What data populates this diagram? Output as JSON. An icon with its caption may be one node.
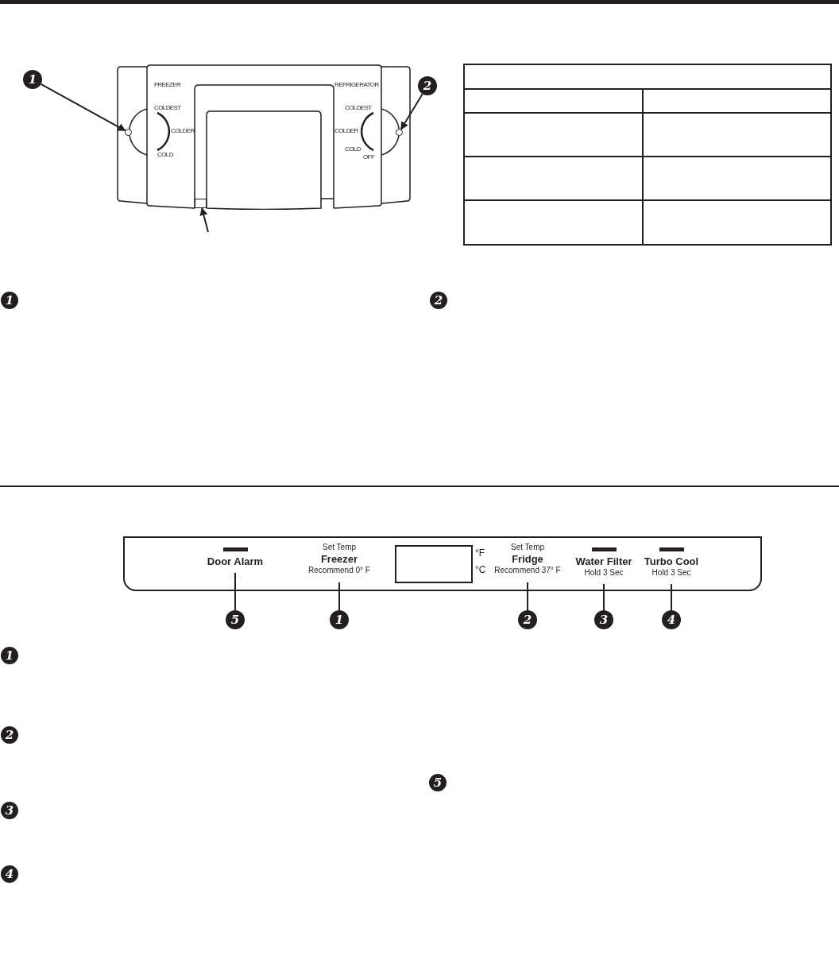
{
  "diagram": {
    "nodes": [
      {
        "text": [
          "1"
        ]
      },
      {
        "text": [],
        "shape": "circle"
      },
      {
        "text": [
          "2"
        ]
      },
      {
        "text": [],
        "shape": "circle"
      },
      {
        "text": [],
        "shape": "box"
      },
      {
        "text": [
          "1"
        ]
      },
      {
        "text": [
          "2"
        ]
      },
      {
        "text": [
          "Door Alarm"
        ]
      },
      {
        "text": [
          "Set Temp",
          "Freezer",
          "Recommend 0° F"
        ]
      },
      {
        "text": [
          "Set Temp",
          "Fridge",
          "Recommend 37° F"
        ]
      },
      {
        "text": [
          "Water Filter",
          "Hold 3 Sec"
        ]
      },
      {
        "text": [
          "Turbo Cool",
          "Hold 3 Sec"
        ]
      },
      {
        "text": [
          "5"
        ]
      },
      {
        "text": [
          "1"
        ]
      },
      {
        "text": [
          "2"
        ]
      },
      {
        "text": [
          "3"
        ]
      },
      {
        "text": [
          "4"
        ]
      },
      {
        "text": [
          "1"
        ]
      },
      {
        "text": [
          "2"
        ]
      },
      {
        "text": [
          "3"
        ]
      },
      {
        "text": [
          "4"
        ]
      },
      {
        "text": [
          "5"
        ]
      }
    ],
    "edges": [
      {
        "from": 0,
        "to": 1,
        "arrow": "to"
      },
      {
        "from": 2,
        "to": 3,
        "arrow": "to"
      },
      {
        "from": null,
        "to": 4,
        "arrow": "to"
      },
      {
        "from": 12,
        "to": 7,
        "arrow": "none"
      },
      {
        "from": 13,
        "to": 8,
        "arrow": "none"
      },
      {
        "from": 14,
        "to": 9,
        "arrow": "none"
      },
      {
        "from": 15,
        "to": 10,
        "arrow": "none"
      },
      {
        "from": 16,
        "to": 11,
        "arrow": "none"
      }
    ],
    "labels": [
      "FREEZER",
      "COLDEST",
      "COLDER",
      "COLD",
      "REFRIGERATOR",
      "COLDEST",
      "COLDER",
      "COLD",
      "OFF",
      "°F",
      "°C"
    ]
  }
}
